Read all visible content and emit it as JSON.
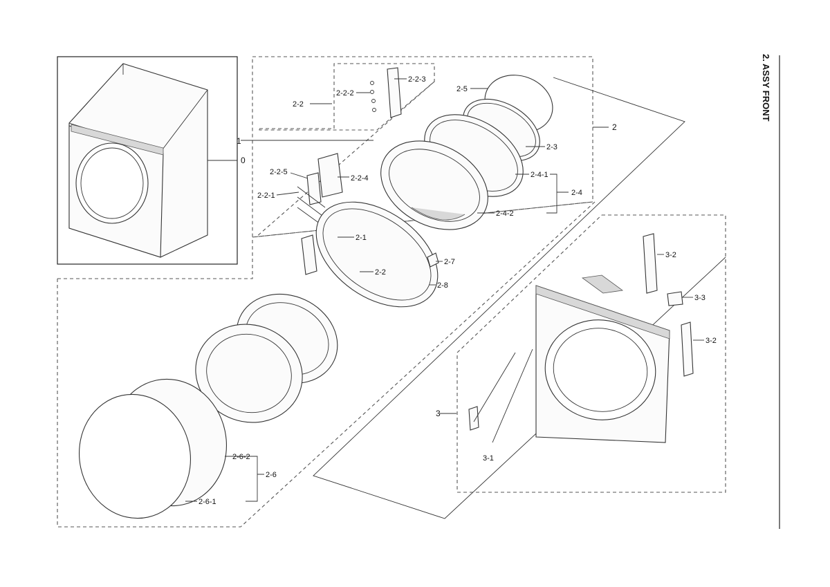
{
  "section_title": "2. ASSY FRONT",
  "labels": {
    "assy_0": "0",
    "assy_1": "1",
    "assy_2": "2",
    "assy_3": "3",
    "p2_1": "2-1",
    "p2_2": "2-2",
    "p2_2_top": "2-2",
    "p2_2_1": "2-2-1",
    "p2_2_2": "2-2-2",
    "p2_2_3": "2-2-3",
    "p2_2_4": "2-2-4",
    "p2_2_5": "2-2-5",
    "p2_3": "2-3",
    "p2_4": "2-4",
    "p2_4_1": "2-4-1",
    "p2_4_2": "2-4-2",
    "p2_5": "2-5",
    "p2_6": "2-6",
    "p2_6_1": "2-6-1",
    "p2_6_2": "2-6-2",
    "p2_7": "2-7",
    "p2_8": "2-8",
    "p3_1": "3-1",
    "p3_2_top": "3-2",
    "p3_2_side": "3-2",
    "p3_3": "3-3"
  }
}
